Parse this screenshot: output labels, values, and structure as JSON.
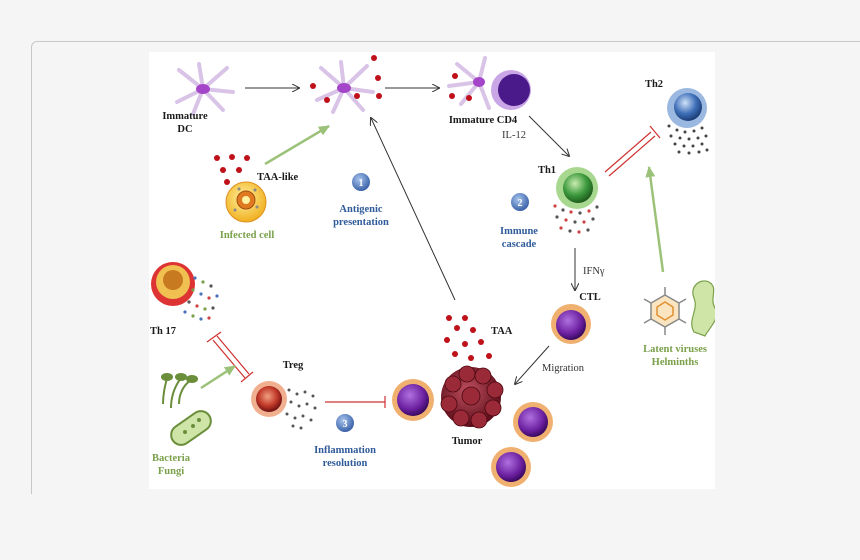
{
  "labels": {
    "immature_dc_1": "Immature",
    "immature_dc_2": "DC",
    "immature_cd4": "Immature CD4",
    "il12": "IL-12",
    "th2": "Th2",
    "th1": "Th1",
    "taa_like": "TAA-like",
    "infected_cell": "Infected cell",
    "antigenic_1": "Antigenic",
    "antigenic_2": "presentation",
    "immune_1": "Immune",
    "immune_2": "cascade",
    "ifng": "IFNγ",
    "ctl": "CTL",
    "th17": "Th 17",
    "treg": "Treg",
    "taa": "TAA",
    "migration": "Migration",
    "tumor": "Tumor",
    "latent_1": "Latent viruses",
    "latent_2": "Helminths",
    "bacteria": "Bacteria",
    "fungi": "Fungi",
    "inflammation_1": "Inflammation",
    "inflammation_2": "resolution"
  },
  "steps": [
    "1",
    "2",
    "3"
  ],
  "colors": {
    "dc_body": "#d9c4e8",
    "dc_nucleus": "#a445c9",
    "dot_red": "#c0101a",
    "cd4_cell": "#4a1a8a",
    "th1": "#3d9a3d",
    "th2": "#3e6fb8",
    "ctl": "#7a2ab0",
    "treg": "#c23a2a",
    "th17": "#d33",
    "tumor": "#7a1420",
    "arrow_green": "#9cc27a",
    "inhibit_red": "#d03030",
    "step_blue": "#4a74b8"
  }
}
